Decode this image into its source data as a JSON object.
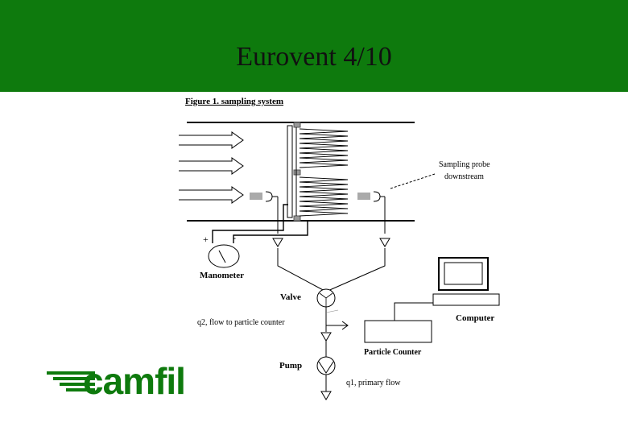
{
  "slide": {
    "title": "Eurovent 4/10"
  },
  "figure": {
    "caption": "Figure 1. sampling system",
    "labels": {
      "probe_line1": "Sampling probe",
      "probe_line2": "downstream",
      "plus": "+",
      "minus": "-",
      "manometer": "Manometer",
      "valve": "Valve",
      "computer": "Computer",
      "q2": "q2, flow to particle counter",
      "particle_counter": "Particle Counter",
      "pump": "Pump",
      "q1": "q1, primary flow"
    }
  },
  "logo": {
    "text": "camfil"
  },
  "colors": {
    "header": "#0e7a0d",
    "logo": "#0e7a0d"
  }
}
